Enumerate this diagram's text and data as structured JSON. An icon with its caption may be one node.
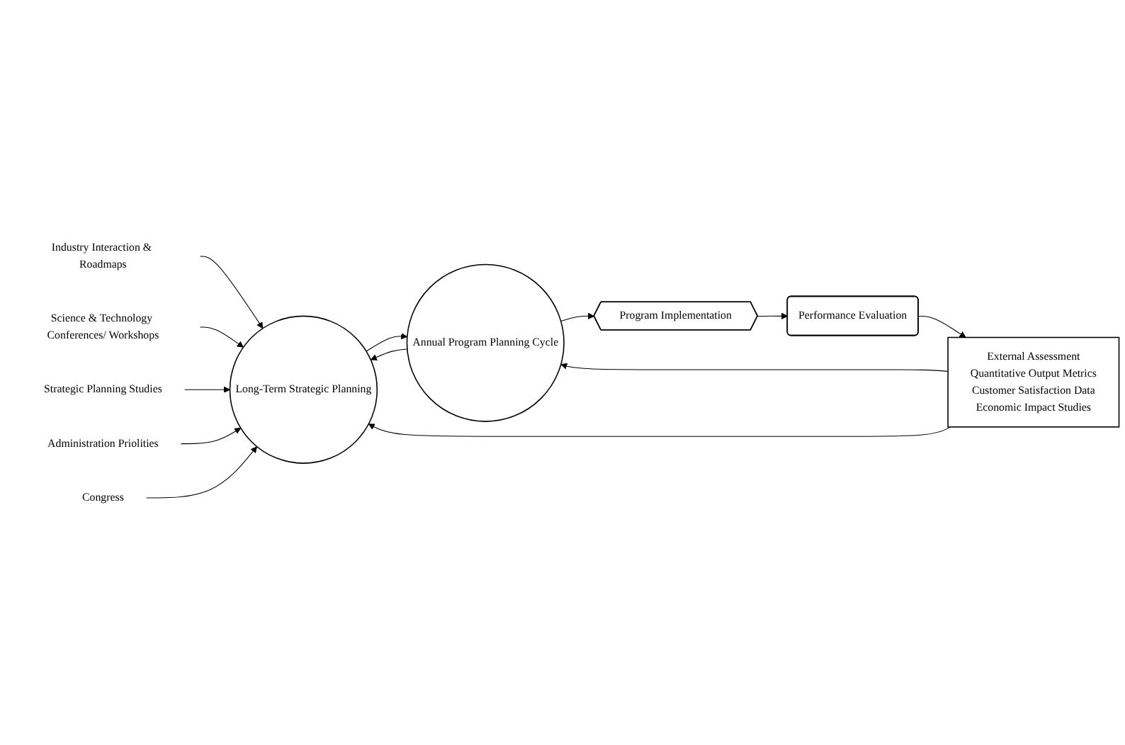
{
  "diagram": {
    "nodes": [
      {
        "text": [
          "Industry Interaction & Roadmaps"
        ]
      },
      {
        "text": [
          "Science & Technology Conferences/ Workshops"
        ]
      },
      {
        "text": [
          "Strategic Planning Studies"
        ]
      },
      {
        "text": [
          "Administration Priolities"
        ]
      },
      {
        "text": [
          "Congress"
        ]
      },
      {
        "text": [
          "Long-Term Strategic Planning"
        ]
      },
      {
        "text": [
          "Annual Program Planning Cycle"
        ]
      },
      {
        "text": [
          "Program Implementation"
        ]
      },
      {
        "text": [
          "Performance Evaluation"
        ]
      },
      {
        "text": [
          "External Assessment",
          "Quantitative Output Metrics",
          "Customer Satisfaction Data",
          "Economic Impact Studies"
        ]
      }
    ],
    "edges": [
      {
        "from": 0,
        "to": 5,
        "arrow": "to"
      },
      {
        "from": 1,
        "to": 5,
        "arrow": "to"
      },
      {
        "from": 2,
        "to": 5,
        "arrow": "to"
      },
      {
        "from": 3,
        "to": 5,
        "arrow": "to"
      },
      {
        "from": 4,
        "to": 5,
        "arrow": "to"
      },
      {
        "from": 5,
        "to": 6,
        "arrow": "to"
      },
      {
        "from": 6,
        "to": 5,
        "arrow": "to"
      },
      {
        "from": 6,
        "to": 7,
        "arrow": "to"
      },
      {
        "from": 7,
        "to": 8,
        "arrow": "to"
      },
      {
        "from": 8,
        "to": 9,
        "arrow": "to"
      },
      {
        "from": 9,
        "to": 5,
        "arrow": "to"
      },
      {
        "from": 9,
        "to": 6,
        "arrow": "to"
      }
    ]
  }
}
